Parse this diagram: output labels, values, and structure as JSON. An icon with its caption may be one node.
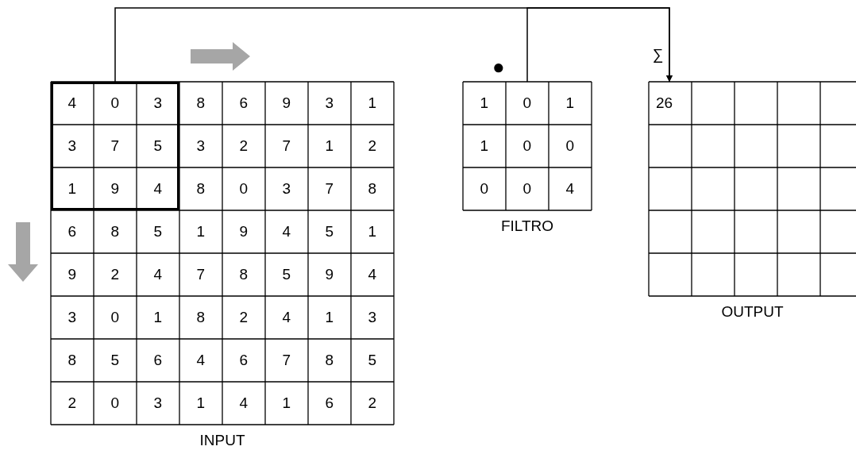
{
  "diagram": {
    "nodes": [
      {
        "text": [
          "INPUT"
        ]
      },
      {
        "text": [],
        "shape": "box",
        "in": 0
      },
      {
        "text": [
          "FILTRO"
        ]
      },
      {
        "text": [
          "OUTPUT"
        ]
      },
      {
        "text": [
          "26"
        ],
        "in": 3
      }
    ],
    "edges": [
      {
        "from": 1,
        "to": 4,
        "arrow": "to"
      },
      {
        "from": 2,
        "to": 4,
        "arrow": "to"
      }
    ],
    "labels": [
      "●",
      "∑",
      "4",
      "0",
      "3",
      "8",
      "6",
      "9",
      "3",
      "1",
      "3",
      "7",
      "5",
      "3",
      "2",
      "7",
      "1",
      "2",
      "1",
      "9",
      "4",
      "8",
      "0",
      "3",
      "7",
      "8",
      "6",
      "8",
      "5",
      "1",
      "9",
      "4",
      "5",
      "1",
      "9",
      "2",
      "4",
      "7",
      "8",
      "5",
      "9",
      "4",
      "3",
      "0",
      "1",
      "8",
      "2",
      "4",
      "1",
      "3",
      "8",
      "5",
      "6",
      "4",
      "6",
      "7",
      "8",
      "5",
      "2",
      "0",
      "3",
      "1",
      "4",
      "1",
      "6",
      "2",
      "1",
      "0",
      "1",
      "1",
      "0",
      "0",
      "0",
      "0",
      "4"
    ]
  }
}
